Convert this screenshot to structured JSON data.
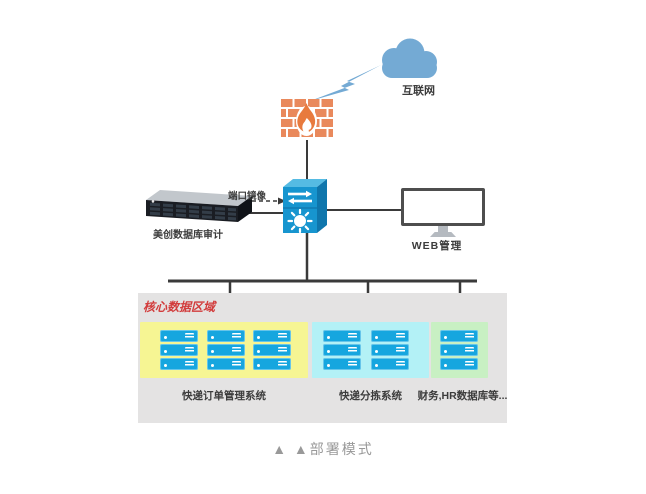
{
  "diagram": {
    "internet_label": "互联网",
    "port_mirror_label": "端口镜像",
    "audit_server_label": "美创数据库审计",
    "web_management_label": "WEB管理",
    "core_zone": {
      "title": "核心数据区域",
      "zones": [
        {
          "label": "快递订单管理系统",
          "color": "#f6f593",
          "server_stacks": 3,
          "servers_per_stack": 3
        },
        {
          "label": "快递分拣系统",
          "color": "#b3f1f6",
          "server_stacks": 2,
          "servers_per_stack": 3
        },
        {
          "label": "财务,HR数据库等...",
          "color": "#c8f0c3",
          "server_stacks": 1,
          "servers_per_stack": 3
        }
      ]
    },
    "caption": "▲ ▲部署模式",
    "colors": {
      "cloud_blue": "#74aad4",
      "switch_blue": "#1795cf",
      "server_unit_blue": "#16a6df",
      "firewall_brick": "#e9895c",
      "zone_bg_gray": "#e4e3e3",
      "core_title_red": "#d23c3c",
      "line_dark": "#3a3a3a"
    }
  }
}
